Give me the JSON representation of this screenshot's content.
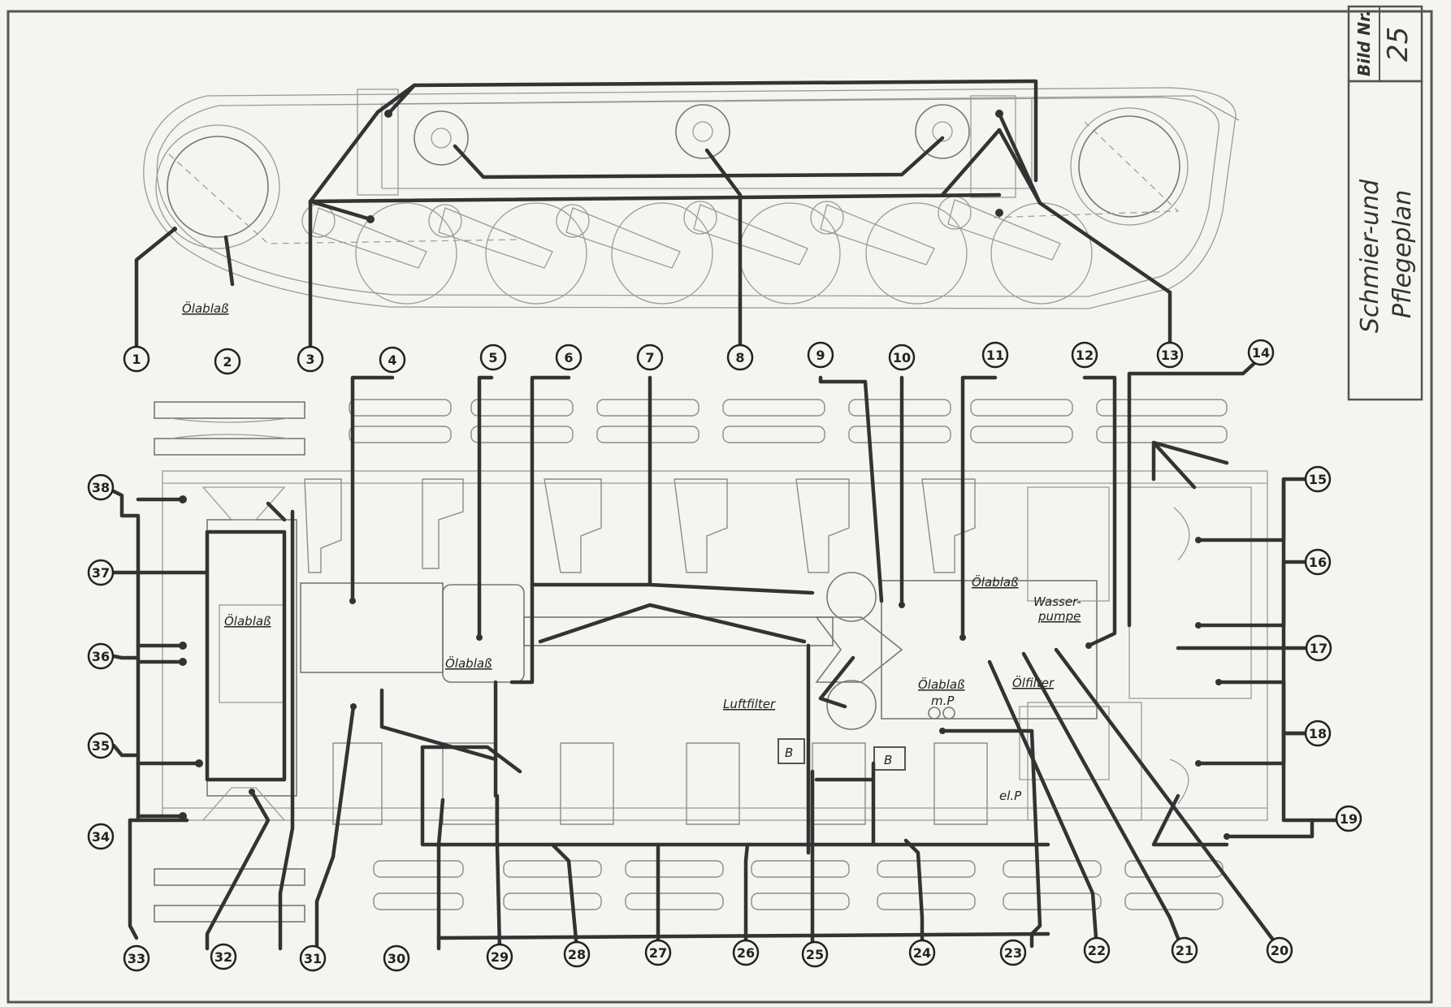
{
  "title_block": {
    "bild_label": "Bild Nr.",
    "bild_number": "25",
    "title_line1": "Schmier-und",
    "title_line2": "Pflegeplan"
  },
  "labels": {
    "oil_drain_top": "Ölablaß",
    "oil_drain_left": "Ölablaß",
    "oil_drain_center": "Ölablaß",
    "oil_drain_engine": "Ölablaß",
    "oil_drain_lower": "Ölablaß",
    "air_filter": "Luftfilter",
    "water_pump_1": "Wasser-",
    "water_pump_2": "pumpe",
    "oil_filter": "Ölfilter",
    "mp": "m.P",
    "elp": "el.P",
    "b1": "B",
    "b2": "B"
  },
  "lubrication_points": [
    "1",
    "2",
    "3",
    "4",
    "5",
    "6",
    "7",
    "8",
    "9",
    "10",
    "11",
    "12",
    "13",
    "14",
    "15",
    "16",
    "17",
    "18",
    "19",
    "20",
    "21",
    "22",
    "23",
    "24",
    "25",
    "26",
    "27",
    "28",
    "29",
    "30",
    "31",
    "32",
    "33",
    "34",
    "35",
    "36",
    "37",
    "38"
  ]
}
